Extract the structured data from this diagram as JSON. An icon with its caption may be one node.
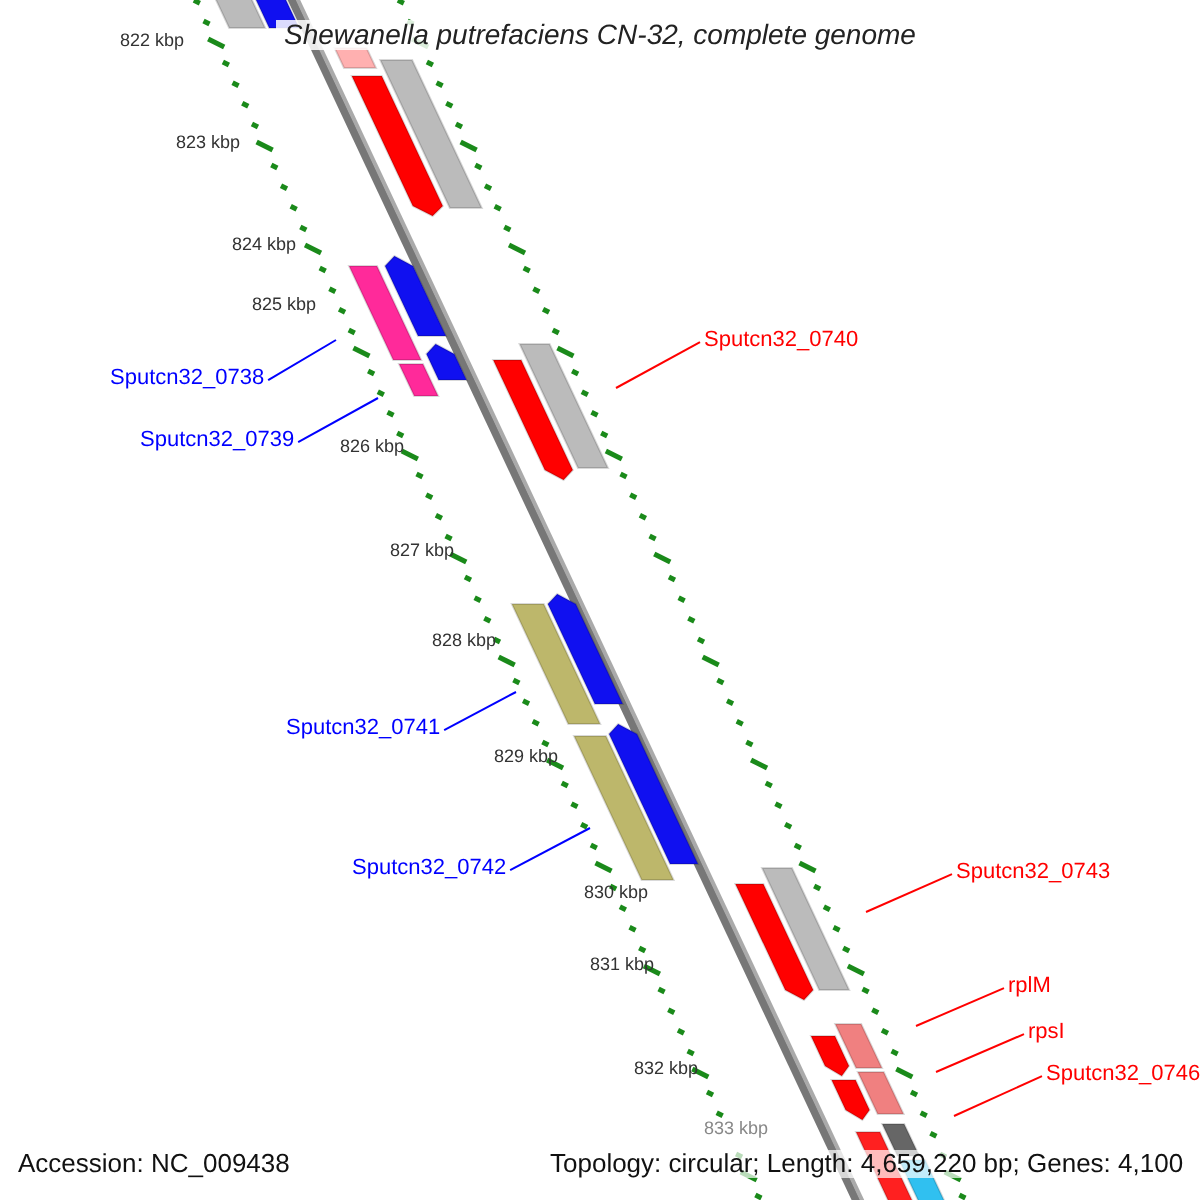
{
  "diagram": {
    "title": "Shewanella putrefaciens CN-32, complete genome",
    "nodes": [
      {
        "text": [
          "Sputcn32_0738"
        ]
      },
      {
        "text": [
          "Sputcn32_0739"
        ]
      },
      {
        "text": [
          "Sputcn32_0740"
        ]
      },
      {
        "text": [
          "Sputcn32_0741"
        ]
      },
      {
        "text": [
          "Sputcn32_0742"
        ]
      },
      {
        "text": [
          "Sputcn32_0743"
        ]
      },
      {
        "text": [
          "rplM"
        ]
      },
      {
        "text": [
          "rpsI"
        ]
      },
      {
        "text": [
          "Sputcn32_0746"
        ]
      }
    ],
    "edges": [
      {
        "from": 0,
        "to": null,
        "arrow": "none",
        "color": "#0000ff"
      },
      {
        "from": 1,
        "to": null,
        "arrow": "none",
        "color": "#0000ff"
      },
      {
        "from": 2,
        "to": null,
        "arrow": "none"
      },
      {
        "from": 3,
        "to": null,
        "arrow": "none",
        "color": "#0000ff"
      },
      {
        "from": 4,
        "to": null,
        "arrow": "none",
        "color": "#0000ff"
      },
      {
        "from": 5,
        "to": null,
        "arrow": "none"
      },
      {
        "from": 6,
        "to": null,
        "arrow": "none"
      },
      {
        "from": 7,
        "to": null,
        "arrow": "none"
      },
      {
        "from": 8,
        "to": null,
        "arrow": "none"
      }
    ],
    "labels": [
      "822 kbp",
      "823 kbp",
      "824 kbp",
      "825 kbp",
      "826 kbp",
      "827 kbp",
      "828 kbp",
      "829 kbp",
      "830 kbp",
      "831 kbp",
      "832 kbp",
      "833 kbp",
      "Accession: NC_009438",
      "Topology: circular; Length: 4,659,220 bp; Genes: 4,100"
    ]
  }
}
